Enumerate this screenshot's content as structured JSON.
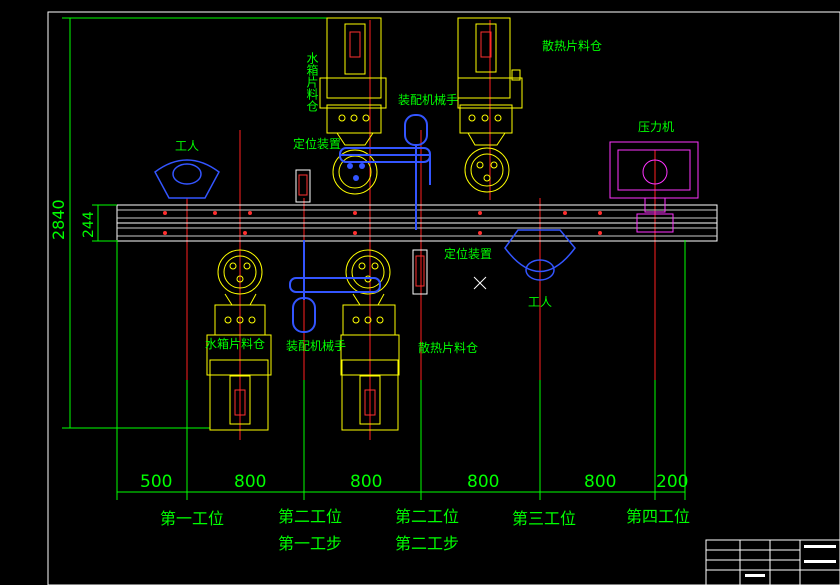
{
  "labels": {
    "water_magazine": "水箱片料仓",
    "heatsink_magazine_top": "散热片料仓",
    "assembly_robot_top": "装配机械手",
    "positioner_top": "定位装置",
    "worker_left": "工人",
    "press": "压力机",
    "positioner_bottom": "定位装置",
    "worker_right": "工人",
    "water_magazine_bottom": "水箱片料仓",
    "assembly_robot_bottom": "装配机械手",
    "heatsink_magazine_bottom": "散热片料仓"
  },
  "dimensions": {
    "height_total": "2840",
    "height_rail": "244",
    "d1": "500",
    "d2": "800",
    "d3": "800",
    "d4": "800",
    "d5": "800",
    "d6": "200"
  },
  "stations": {
    "s1": "第一工位",
    "s2": "第二工位",
    "s2_step": "第一工步",
    "s3": "第二工位",
    "s3_step": "第二工步",
    "s4": "第三工位",
    "s5": "第四工位"
  },
  "colors": {
    "dimension": "#00ff00",
    "machine": "#ffff00",
    "rail": "#ffffff",
    "robot": "#3355ff",
    "press": "#ff33ff",
    "axis": "#ff0000"
  }
}
